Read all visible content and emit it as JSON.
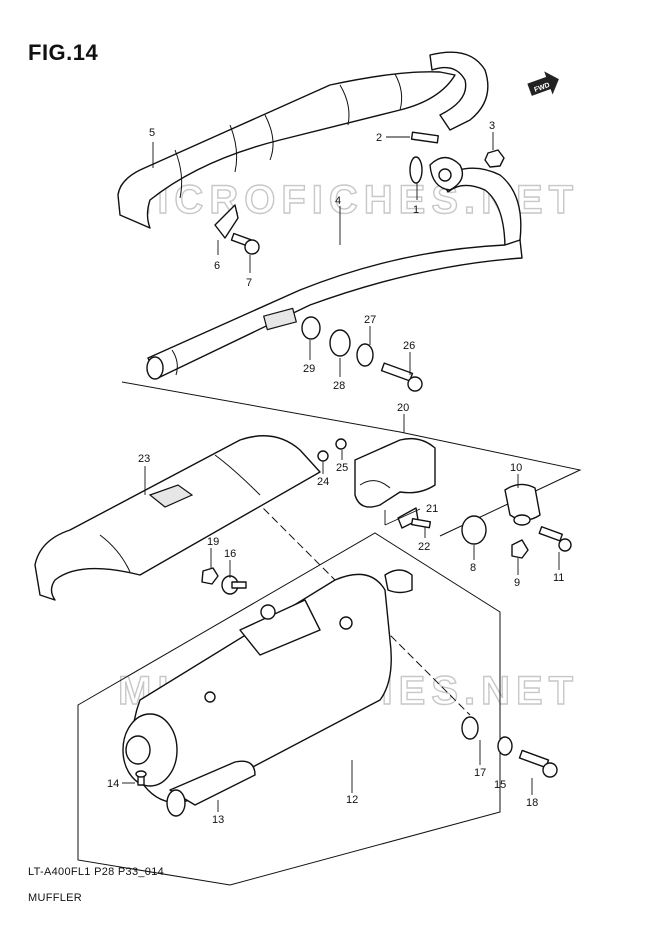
{
  "figure": {
    "title": "FIG.14",
    "code": "LT-A400FL1 P28 P33_014",
    "name": "MUFFLER"
  },
  "watermark": "MICROFICHES.NET",
  "fwd_label": "FWD",
  "callouts": [
    "1",
    "2",
    "3",
    "4",
    "5",
    "6",
    "7",
    "8",
    "9",
    "10",
    "11",
    "12",
    "13",
    "14",
    "15",
    "16",
    "17",
    "18",
    "19",
    "20",
    "21",
    "22",
    "23",
    "24",
    "25",
    "26",
    "27",
    "28",
    "29"
  ]
}
